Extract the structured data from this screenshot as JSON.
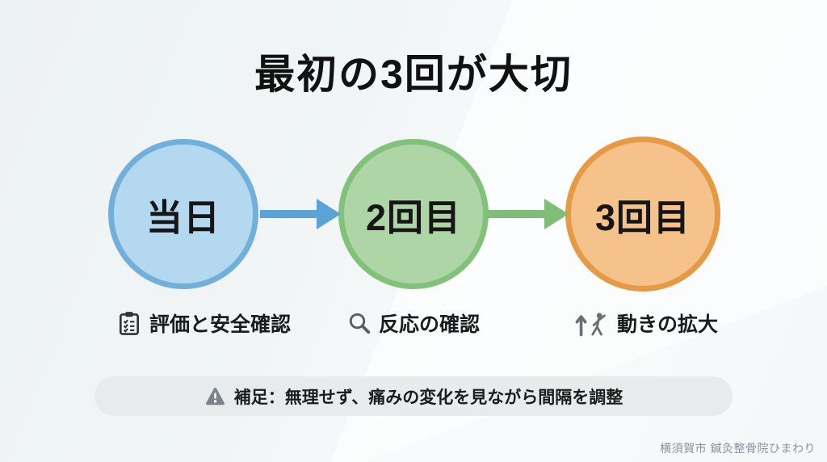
{
  "title": "最初の3回が大切",
  "steps": [
    {
      "label": "当日",
      "caption": "評価と安全確認",
      "icon": "clipboard-checklist-icon",
      "fill": "#b4d8ef",
      "border": "#72b0dc"
    },
    {
      "label": "2回目",
      "caption": "反応の確認",
      "icon": "magnifier-icon",
      "fill": "#aed5a5",
      "border": "#82c17a"
    },
    {
      "label": "3回目",
      "caption": "動きの拡大",
      "icon": "stretch-person-icon",
      "fill": "#f6c28b",
      "border": "#e69a45"
    }
  ],
  "arrows": [
    {
      "color": "#5ba2d6"
    },
    {
      "color": "#7fbe77"
    }
  ],
  "note": {
    "icon": "warning-icon",
    "text": "補足：無理せず、痛みの変化を見ながら間隔を調整"
  },
  "footer": "横須賀市 鍼灸整骨院ひまわり"
}
